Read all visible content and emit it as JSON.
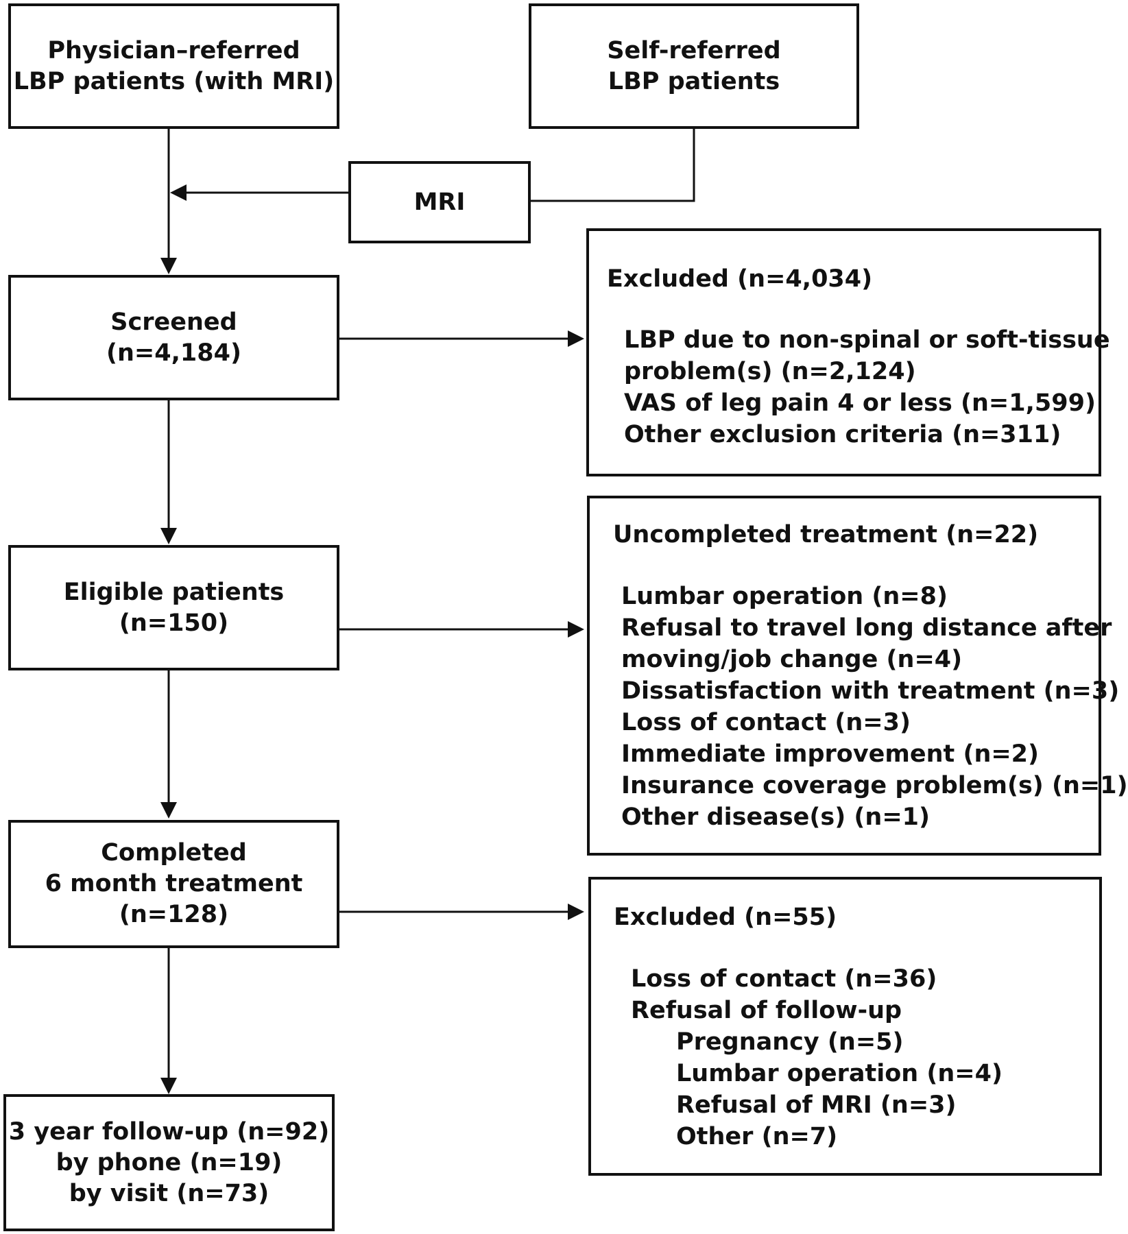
{
  "boxes": {
    "physician": {
      "lines": [
        "Physician–referred",
        "LBP patients (with MRI)"
      ]
    },
    "self": {
      "lines": [
        "Self-referred",
        "LBP patients"
      ]
    },
    "mri": {
      "lines": [
        "MRI"
      ]
    },
    "screened": {
      "lines": [
        "Screened",
        "(n=4,184)"
      ]
    },
    "eligible": {
      "lines": [
        "Eligible patients",
        "(n=150)"
      ]
    },
    "completed": {
      "lines": [
        "Completed",
        "6 month treatment",
        "(n=128)"
      ]
    },
    "followup": {
      "lines": [
        "3 year follow-up (n=92)",
        "by phone (n=19)",
        "by visit (n=73)"
      ]
    }
  },
  "excluded1": {
    "heading": "Excluded (n=4,034)",
    "items": [
      "LBP due to non-spinal or soft-tissue",
      "problem(s) (n=2,124)",
      "VAS of leg pain 4 or less (n=1,599)",
      "Other exclusion criteria (n=311)"
    ]
  },
  "uncompleted": {
    "heading": "Uncompleted treatment (n=22)",
    "items": [
      "Lumbar operation (n=8)",
      "Refusal to travel long distance after",
      "moving/job change (n=4)",
      "Dissatisfaction with treatment (n=3)",
      "Loss of contact (n=3)",
      "Immediate improvement (n=2)",
      "Insurance coverage problem(s) (n=1)",
      "Other disease(s) (n=1)"
    ]
  },
  "excluded2": {
    "heading": "Excluded (n=55)",
    "items": [
      "Loss of contact (n=36)",
      "Refusal of follow-up",
      "Pregnancy (n=5)",
      "Lumbar operation (n=4)",
      "Refusal of MRI (n=3)",
      "Other (n=7)"
    ]
  }
}
